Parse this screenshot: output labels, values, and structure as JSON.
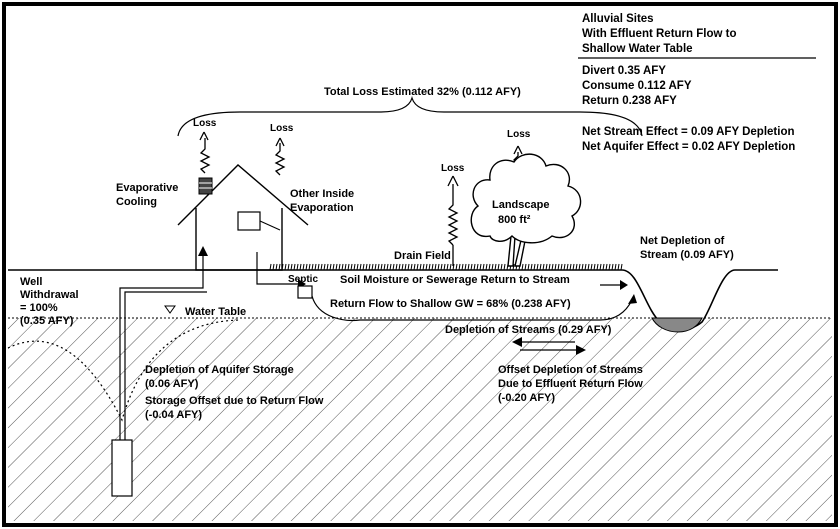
{
  "header": {
    "title_lines": [
      "Alluvial Sites",
      "With Effluent Return Flow to",
      "Shallow Water Table"
    ],
    "budget_lines": [
      "Divert 0.35 AFY",
      "Consume 0.112 AFY",
      "Return 0.238 AFY"
    ],
    "effect_lines": [
      "Net Stream Effect = 0.09 AFY Depletion",
      "Net Aquifer Effect = 0.02 AFY Depletion"
    ]
  },
  "total_loss": "Total Loss Estimated 32% (0.112 AFY)",
  "loss_label": "Loss",
  "labels": {
    "evaporative_cooling": [
      "Evaporative",
      "Cooling"
    ],
    "other_inside": [
      "Other Inside",
      "Evaporation"
    ],
    "landscape": [
      "Landscape",
      "800 ft²"
    ],
    "drain_field": "Drain Field",
    "net_depletion": [
      "Net Depletion of",
      "Stream (0.09 AFY)"
    ],
    "well_withdrawal": [
      "Well",
      "Withdrawal",
      "= 100%",
      "(0.35 AFY)"
    ],
    "septic": "Septic",
    "soil_moisture": "Soil Moisture or Sewerage Return to Stream",
    "return_flow": "Return Flow to Shallow GW = 68% (0.238 AFY)",
    "water_table": "Water Table",
    "depletion_streams": "Depletion of Streams (0.29 AFY)",
    "depletion_aquifer": [
      "Depletion of Aquifer Storage",
      "(0.06 AFY)"
    ],
    "storage_offset": [
      "Storage Offset due to Return Flow",
      "(-0.04 AFY)"
    ],
    "offset_depletion": [
      "Offset Depletion of Streams",
      "Due to Effluent Return Flow",
      "(-0.20 AFY)"
    ]
  }
}
